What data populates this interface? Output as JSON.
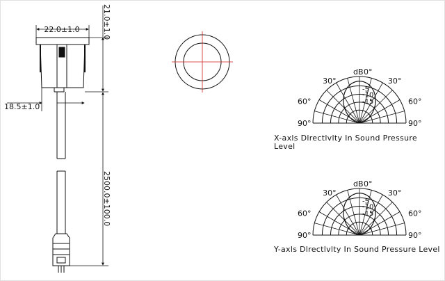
{
  "drawing": {
    "dimensions": {
      "top_height": "21.0±1.0",
      "body_width": "22.0±1.0",
      "side_offset": "18.5±1.0",
      "cable_length": "2500.0±100.0"
    },
    "polar_plots": [
      {
        "id": "x-axis",
        "db_unit": "dB",
        "angle_labels": [
          "0°",
          "30°",
          "30°",
          "60°",
          "60°",
          "90°",
          "90°"
        ],
        "db_rings": [
          "-5",
          "-10",
          "-15"
        ],
        "caption": "X-axls Dlrectlvlty In Sound Pressure Level"
      },
      {
        "id": "y-axis",
        "db_unit": "dB",
        "angle_labels": [
          "0°",
          "30°",
          "30°",
          "60°",
          "60°",
          "90°",
          "90°"
        ],
        "db_rings": [
          "-5",
          "-10",
          "-15"
        ],
        "caption": "Y-axls Dlrectlvlty In Sound Pressure Level"
      }
    ]
  },
  "colors": {
    "line": "#111111",
    "centerline": "#d21e1e"
  }
}
